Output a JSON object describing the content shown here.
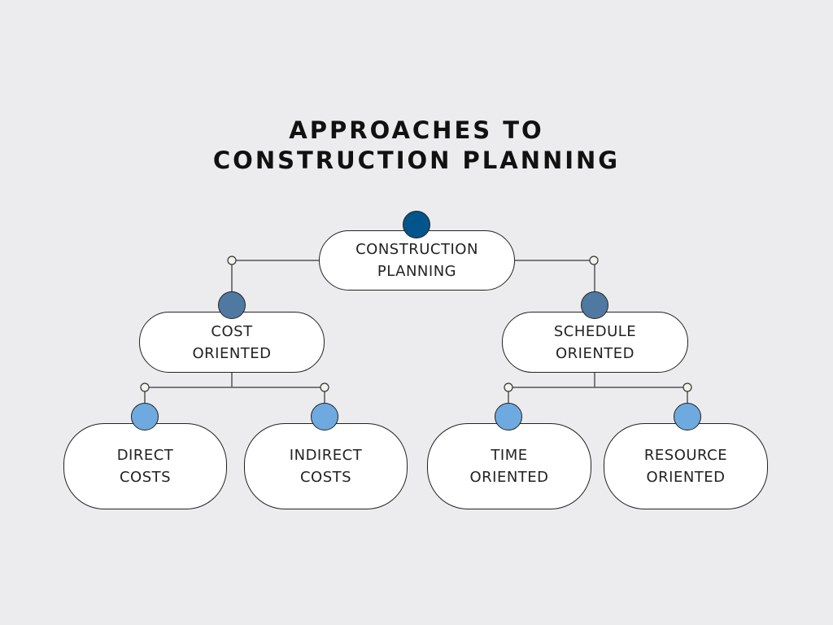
{
  "title": {
    "line1": "APPROACHES TO",
    "line2": "CONSTRUCTION PLANNING"
  },
  "colors": {
    "root": "#02558a",
    "level2": "#4f79a0",
    "level3": "#6eaadf"
  },
  "root": {
    "line1": "CONSTRUCTION",
    "line2": "PLANNING"
  },
  "cost": {
    "line1": "COST",
    "line2": "ORIENTED"
  },
  "schedule": {
    "line1": "SCHEDULE",
    "line2": "ORIENTED"
  },
  "direct": {
    "line1": "DIRECT",
    "line2": "COSTS"
  },
  "indirect": {
    "line1": "INDIRECT",
    "line2": "COSTS"
  },
  "time": {
    "line1": "TIME",
    "line2": "ORIENTED"
  },
  "resource": {
    "line1": "RESOURCE",
    "line2": "ORIENTED"
  }
}
